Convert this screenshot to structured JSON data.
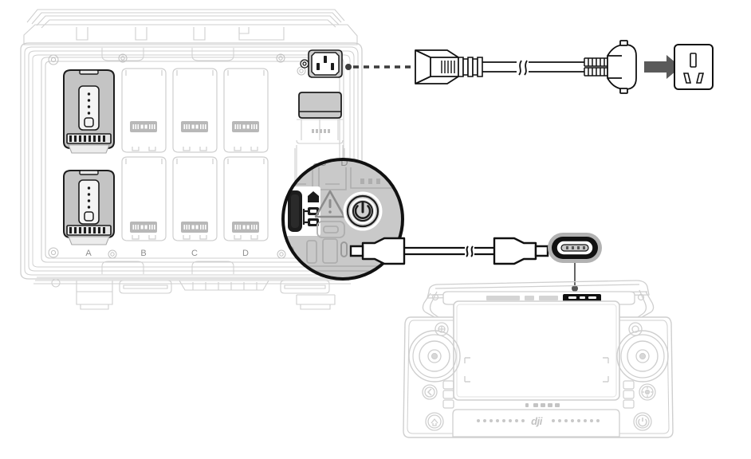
{
  "diagram": {
    "title": "Battery charging station connection diagram",
    "subject": "DJI battery station, power cable, wall socket and remote controller",
    "line_color": "#c8c8c8",
    "dark_line_color": "#1a1a1a",
    "mid_gray": "#9a9a9a",
    "fill_gray": "#c4c4c4",
    "arrow_gray": "#5a5a5a",
    "callout_fill": "#c9c9c9",
    "white": "#ffffff"
  },
  "station": {
    "name": "battery-charging-station",
    "slot_labels": [
      "A",
      "B",
      "C",
      "D"
    ],
    "slot_glyph": "contact-strip",
    "batteries_installed": 2,
    "battery_led_count": 4,
    "inner_labels": [
      "C",
      "D"
    ],
    "ac_inlet": "iec-c14-inlet"
  },
  "callout": {
    "name": "port-panel-magnifier",
    "icons": [
      {
        "name": "usbc-port-label",
        "label": ""
      },
      {
        "name": "warning-triangle-icon",
        "label": "!"
      },
      {
        "name": "power-button-icon",
        "label": ""
      },
      {
        "name": "usbc-port-icon",
        "label": ""
      }
    ]
  },
  "power_cable": {
    "name": "ac-power-cable",
    "connector_left": "iec-c13-connector",
    "connector_right": "wall-plug",
    "break_symbol": true
  },
  "wall_socket": {
    "name": "wall-outlet",
    "arrow": "insert-arrow",
    "pin_count": 3
  },
  "usb_cable": {
    "name": "usb-c-cable",
    "connector_left": "usb-c-plug",
    "connector_right": "usb-c-plug",
    "break_symbol": true
  },
  "usbc_closeup": {
    "name": "usb-c-port-closeup",
    "leader_line": true
  },
  "remote": {
    "name": "remote-controller",
    "brand": "dji",
    "screen": "display-screen",
    "sticks": [
      "left-control-stick",
      "right-control-stick"
    ],
    "buttons": [
      "left-top-button",
      "right-top-button",
      "back-button",
      "five-d-button",
      "return-to-home-button",
      "power-button"
    ],
    "usbc_port": "usb-c-charging-port"
  }
}
